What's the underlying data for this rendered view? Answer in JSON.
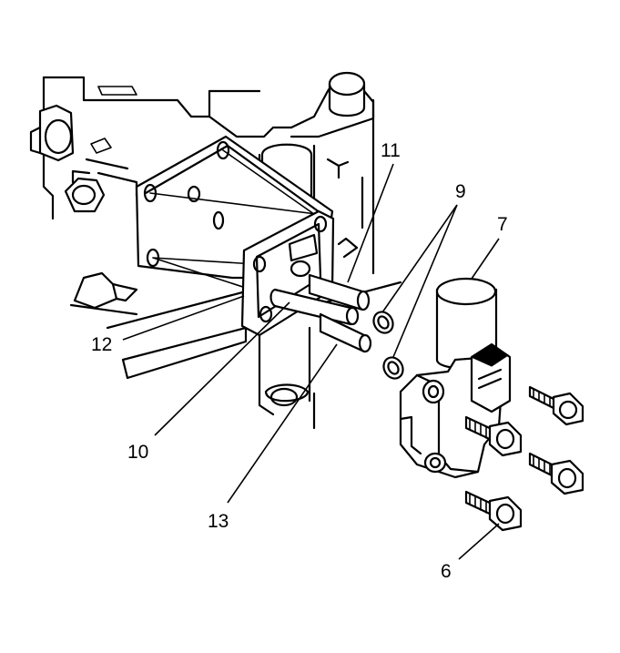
{
  "callouts": {
    "c6": "6",
    "c7": "7",
    "c9": "9",
    "c10": "10",
    "c11": "11",
    "c12": "12",
    "c13": "13"
  },
  "colors": {
    "line": "#000000",
    "background": "#ffffff"
  }
}
